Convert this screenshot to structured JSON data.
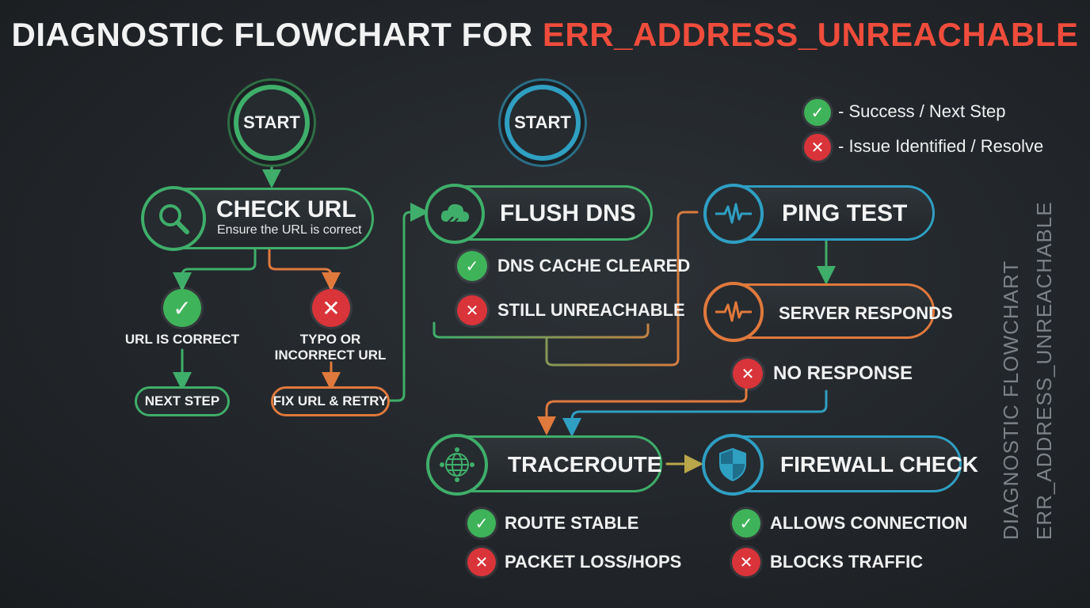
{
  "title": {
    "prefix": "DIAGNOSTIC FLOWCHART FOR ",
    "highlight": "ERR_ADDRESS_UNREACHABLE"
  },
  "colors": {
    "success": "#3fb35a",
    "issue": "#d9343a",
    "green": "#3fae6a",
    "blue": "#2f9fc2",
    "orange": "#e0793c",
    "title_highlight": "#ef4c3c"
  },
  "legend": {
    "success": "- Success / Next Step",
    "issue": "- Issue Identified / Resolve"
  },
  "start_nodes": [
    "START",
    "START"
  ],
  "check_url": {
    "label": "CHECK URL",
    "subtitle": "Ensure the URL is correct",
    "icon": "magnifier-icon",
    "ok_label": "URL IS CORRECT",
    "no_label_line1": "TYPO OR",
    "no_label_line2": "INCORRECT URL",
    "next_step": "NEXT STEP",
    "fix_retry": "FIX URL & RETRY"
  },
  "flush_dns": {
    "label": "FLUSH DNS",
    "icon": "cloud-icon",
    "ok": "DNS CACHE CLEARED",
    "no": "STILL UNREACHABLE"
  },
  "ping_test": {
    "label": "PING TEST",
    "icon": "pulse-icon"
  },
  "server_responds": {
    "label": "SERVER RESPONDS",
    "icon": "pulse-icon"
  },
  "no_response": "NO RESPONSE",
  "traceroute": {
    "label": "TRACEROUTE",
    "icon": "globe-network-icon",
    "ok": "ROUTE STABLE",
    "no": "PACKET LOSS/HOPS"
  },
  "firewall": {
    "label": "FIREWALL CHECK",
    "icon": "shield-icon",
    "ok": "ALLOWS CONNECTION",
    "no": "BLOCKS TRAFFIC"
  },
  "side_text": {
    "line1": "DIAGNOSTIC FLOWCHART",
    "line2": "ERR_ADDRESS_UNREACHABLE"
  },
  "glyphs": {
    "check": "✓",
    "cross": "✕"
  }
}
